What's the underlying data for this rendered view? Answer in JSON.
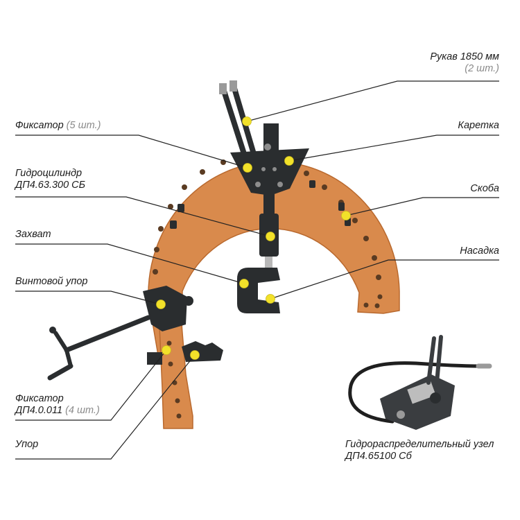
{
  "callouts": {
    "hose": {
      "name": "Рукав 1850 мм",
      "qty": "(2 шт.)"
    },
    "fixator5": {
      "name": "Фиксатор",
      "qty": "(5 шт.)"
    },
    "carriage": {
      "name": "Каретка"
    },
    "cylinder": {
      "line1": "Гидроцилиндр",
      "line2": "ДП4.63.300 СБ"
    },
    "bracket": {
      "name": "Скоба"
    },
    "grip": {
      "name": "Захват"
    },
    "nozzle": {
      "name": "Насадка"
    },
    "screw_stop": {
      "name": "Винтовой упор"
    },
    "fixator4": {
      "line1": "Фиксатор",
      "line2": "ДП4.0.011",
      "qty": "(4 шт.)"
    },
    "stop": {
      "name": "Упор"
    },
    "valve": {
      "line1": "Гидрораспределительный узел",
      "line2": "ДП4.65100 Сб"
    }
  },
  "colors": {
    "arc": "#d98a4c",
    "arc_edge": "#b9692e",
    "metal_dark": "#2a2d2f",
    "marker": "#f2e12a",
    "leader": "#222222"
  }
}
